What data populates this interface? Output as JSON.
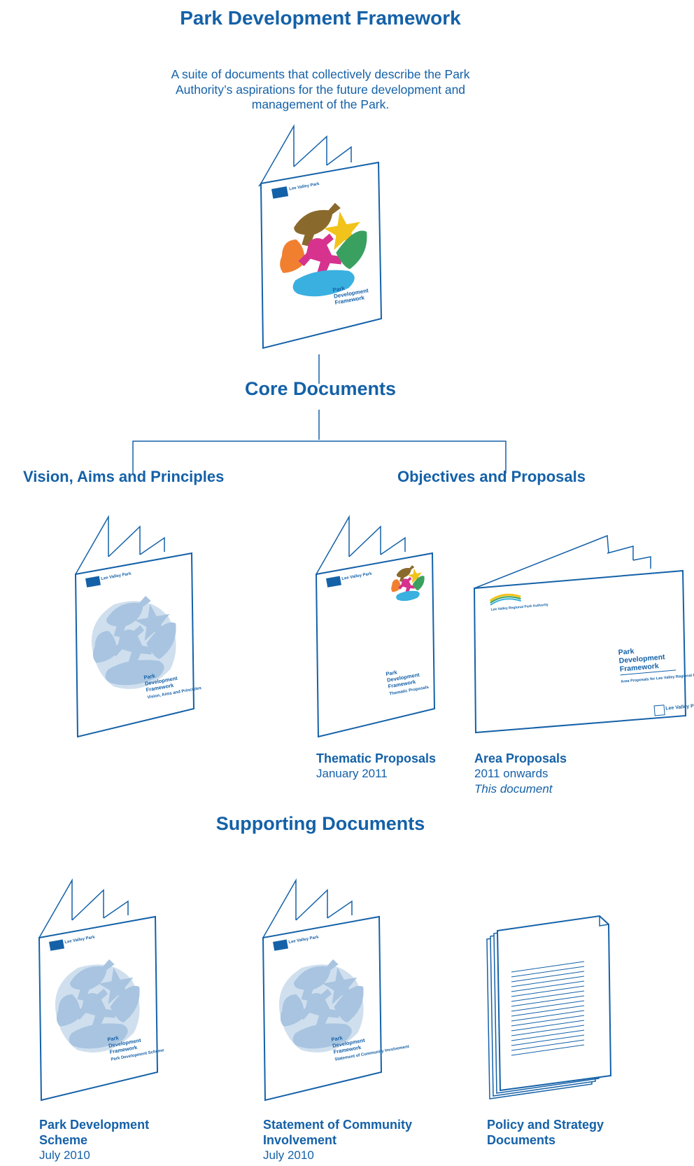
{
  "title": "Park Development Framework",
  "intro": "A suite of documents that collectively describe the Park Authority’s aspirations for the future development and management of the Park.",
  "core_heading": "Core Documents",
  "vision_heading": "Vision, Aims and Principles",
  "objectives_heading": "Objectives and Proposals",
  "supporting_heading": "Supporting Documents",
  "colors": {
    "brand_blue": "#1461a8",
    "pale_blue": "#a8c4e0"
  },
  "covers": {
    "logo": "Lee Valley Park",
    "logo_regional": "Lee Valley Regional Park Authority",
    "pdf_title_l1": "Park",
    "pdf_title_l2": "Development",
    "pdf_title_l3": "Framework",
    "vision_sub": "Vision, Aims and Principles",
    "thematic_sub": "Thematic Proposals",
    "area_sub": "Area Proposals for Lee Valley Regional Park",
    "scheme_sub": "Park Development Scheme",
    "sci_sub": "Statement of Community Involvement"
  },
  "captions": {
    "thematic": {
      "title": "Thematic Proposals",
      "date": "January 2011"
    },
    "area": {
      "title": "Area Proposals",
      "date": "2011 onwards",
      "note": "This document"
    },
    "scheme": {
      "title_l1": "Park Development",
      "title_l2": "Scheme",
      "date": "July 2010"
    },
    "sci": {
      "title_l1": "Statement of Community",
      "title_l2": "Involvement",
      "date": "July 2010"
    },
    "policy": {
      "title_l1": "Policy and Strategy",
      "title_l2": "Documents"
    }
  }
}
